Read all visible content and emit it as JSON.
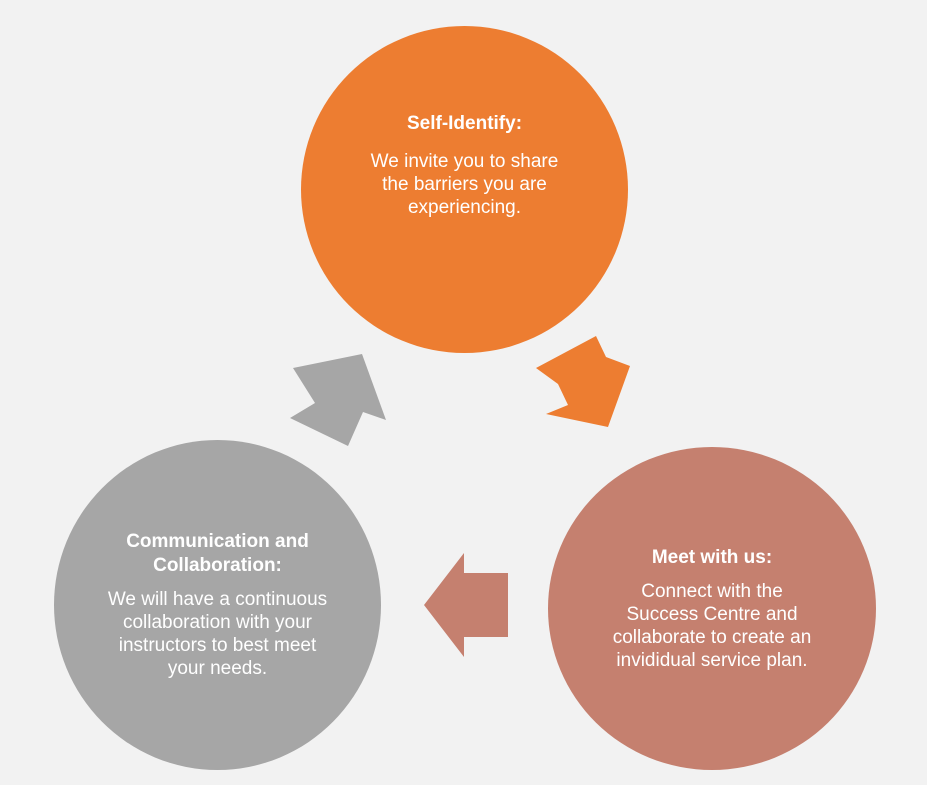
{
  "diagram": {
    "nodes": [
      {
        "id": "self-identify",
        "title": "Self-Identify:",
        "body": "We invite you to share the barriers you are experiencing.",
        "color": "#ed7d31"
      },
      {
        "id": "meet",
        "title": "Meet with us:",
        "body": "Connect with the Success Centre and collaborate to create an invididual service plan.",
        "color": "#c5806f"
      },
      {
        "id": "communication",
        "title": "Communication and Collaboration:",
        "body": "We will have a continuous collaboration with your instructors to best meet your needs.",
        "color": "#a6a6a6"
      }
    ],
    "arrows": [
      {
        "from": "self-identify",
        "to": "meet",
        "color": "#ed7d31"
      },
      {
        "from": "meet",
        "to": "communication",
        "color": "#c5806f"
      },
      {
        "from": "communication",
        "to": "self-identify",
        "color": "#a6a6a6"
      }
    ],
    "background": "#f2f2f2"
  }
}
